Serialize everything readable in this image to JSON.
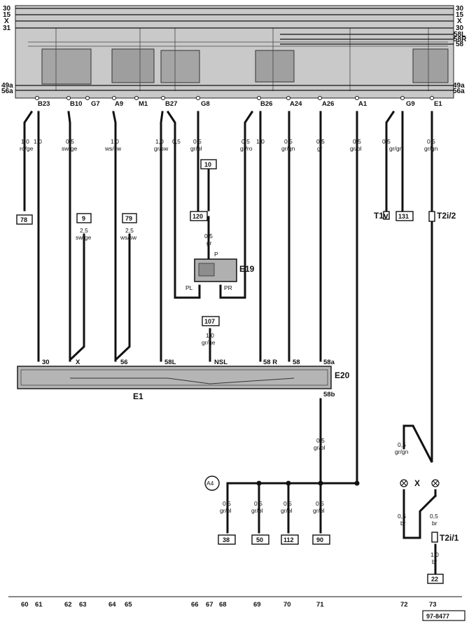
{
  "rails": {
    "left": [
      "30",
      "15",
      "X",
      "31"
    ],
    "right": [
      "30",
      "15",
      "X",
      "30",
      "58L",
      "58R",
      "58"
    ],
    "lower_left": [
      "49a",
      "56a"
    ],
    "lower_right": [
      "49a",
      "56a"
    ]
  },
  "pins_top": [
    "B23",
    "B10",
    "G7",
    "A9",
    "M1",
    "B27",
    "G8",
    "B26",
    "A24",
    "A26",
    "A1",
    "G9",
    "E1"
  ],
  "wires_top": [
    {
      "size": "1,0",
      "color": "ro/ge"
    },
    {
      "size": "1,0",
      "color": ""
    },
    {
      "size": "0,5",
      "color": "sw/ge"
    },
    {
      "size": "1,0",
      "color": "ws/sw"
    },
    {
      "size": "1,0",
      "color": "gr/sw"
    },
    {
      "size": "0,5",
      "color": ""
    },
    {
      "size": "0,5",
      "color": "gr/bl"
    },
    {
      "size": "0,5",
      "color": "gr/ro"
    },
    {
      "size": "1,0",
      "color": ""
    },
    {
      "size": "0,5",
      "color": "gr/gn"
    },
    {
      "size": "0,5",
      "color": "gr"
    },
    {
      "size": "0,5",
      "color": "gr/bl"
    },
    {
      "size": "0,5",
      "color": "gr/gn"
    },
    {
      "size": "0,5",
      "color": "gr/gn"
    }
  ],
  "refs": {
    "r78": "78",
    "r9": "9",
    "r79": "79",
    "r10": "10",
    "r120": "120",
    "r131": "131",
    "r107": "107",
    "r38": "38",
    "r50": "50",
    "r112": "112",
    "r90": "90",
    "r22": "22"
  },
  "mid_wires": {
    "w9": {
      "size": "2,5",
      "color": "sw/ge"
    },
    "w79": {
      "size": "2,5",
      "color": "ws/sw"
    },
    "w10": {
      "size": "0,5",
      "color": "gr"
    },
    "w107": {
      "size": "1,0",
      "color": "gr/ge"
    },
    "w58b": {
      "size": "0,5",
      "color": "gr/bl"
    },
    "bot1": {
      "size": "0,5",
      "color": "gr/bl"
    },
    "bot2": {
      "size": "0,5",
      "color": "gr/bl"
    },
    "bot3": {
      "size": "0,5",
      "color": "gr/bl"
    },
    "bot4": {
      "size": "0,5",
      "color": "gr/bl"
    },
    "x_top": {
      "size": "0,5",
      "color": "gr/gn"
    },
    "x_bl": {
      "size": "0,5",
      "color": "br"
    },
    "x_br": {
      "size": "0,5",
      "color": "br"
    },
    "t2": {
      "size": "1,0",
      "color": "br"
    }
  },
  "components": {
    "e19": "E19",
    "e19_p": "P",
    "e19_pl": "PL",
    "e19_pr": "PR",
    "e20": "E20",
    "e1": "E1",
    "x": "X",
    "a4": "A4",
    "t1v": "T1v",
    "t2i2": "T2i/2",
    "t2i1": "T2i/1"
  },
  "switch_terms": [
    "30",
    "X",
    "56",
    "58L",
    "NSL",
    "58 R",
    "58",
    "58a",
    "58b"
  ],
  "track_numbers": [
    "60",
    "61",
    "62",
    "63",
    "64",
    "65",
    "66",
    "67",
    "68",
    "69",
    "70",
    "71",
    "72",
    "73"
  ],
  "drawing_id": "97-8477"
}
